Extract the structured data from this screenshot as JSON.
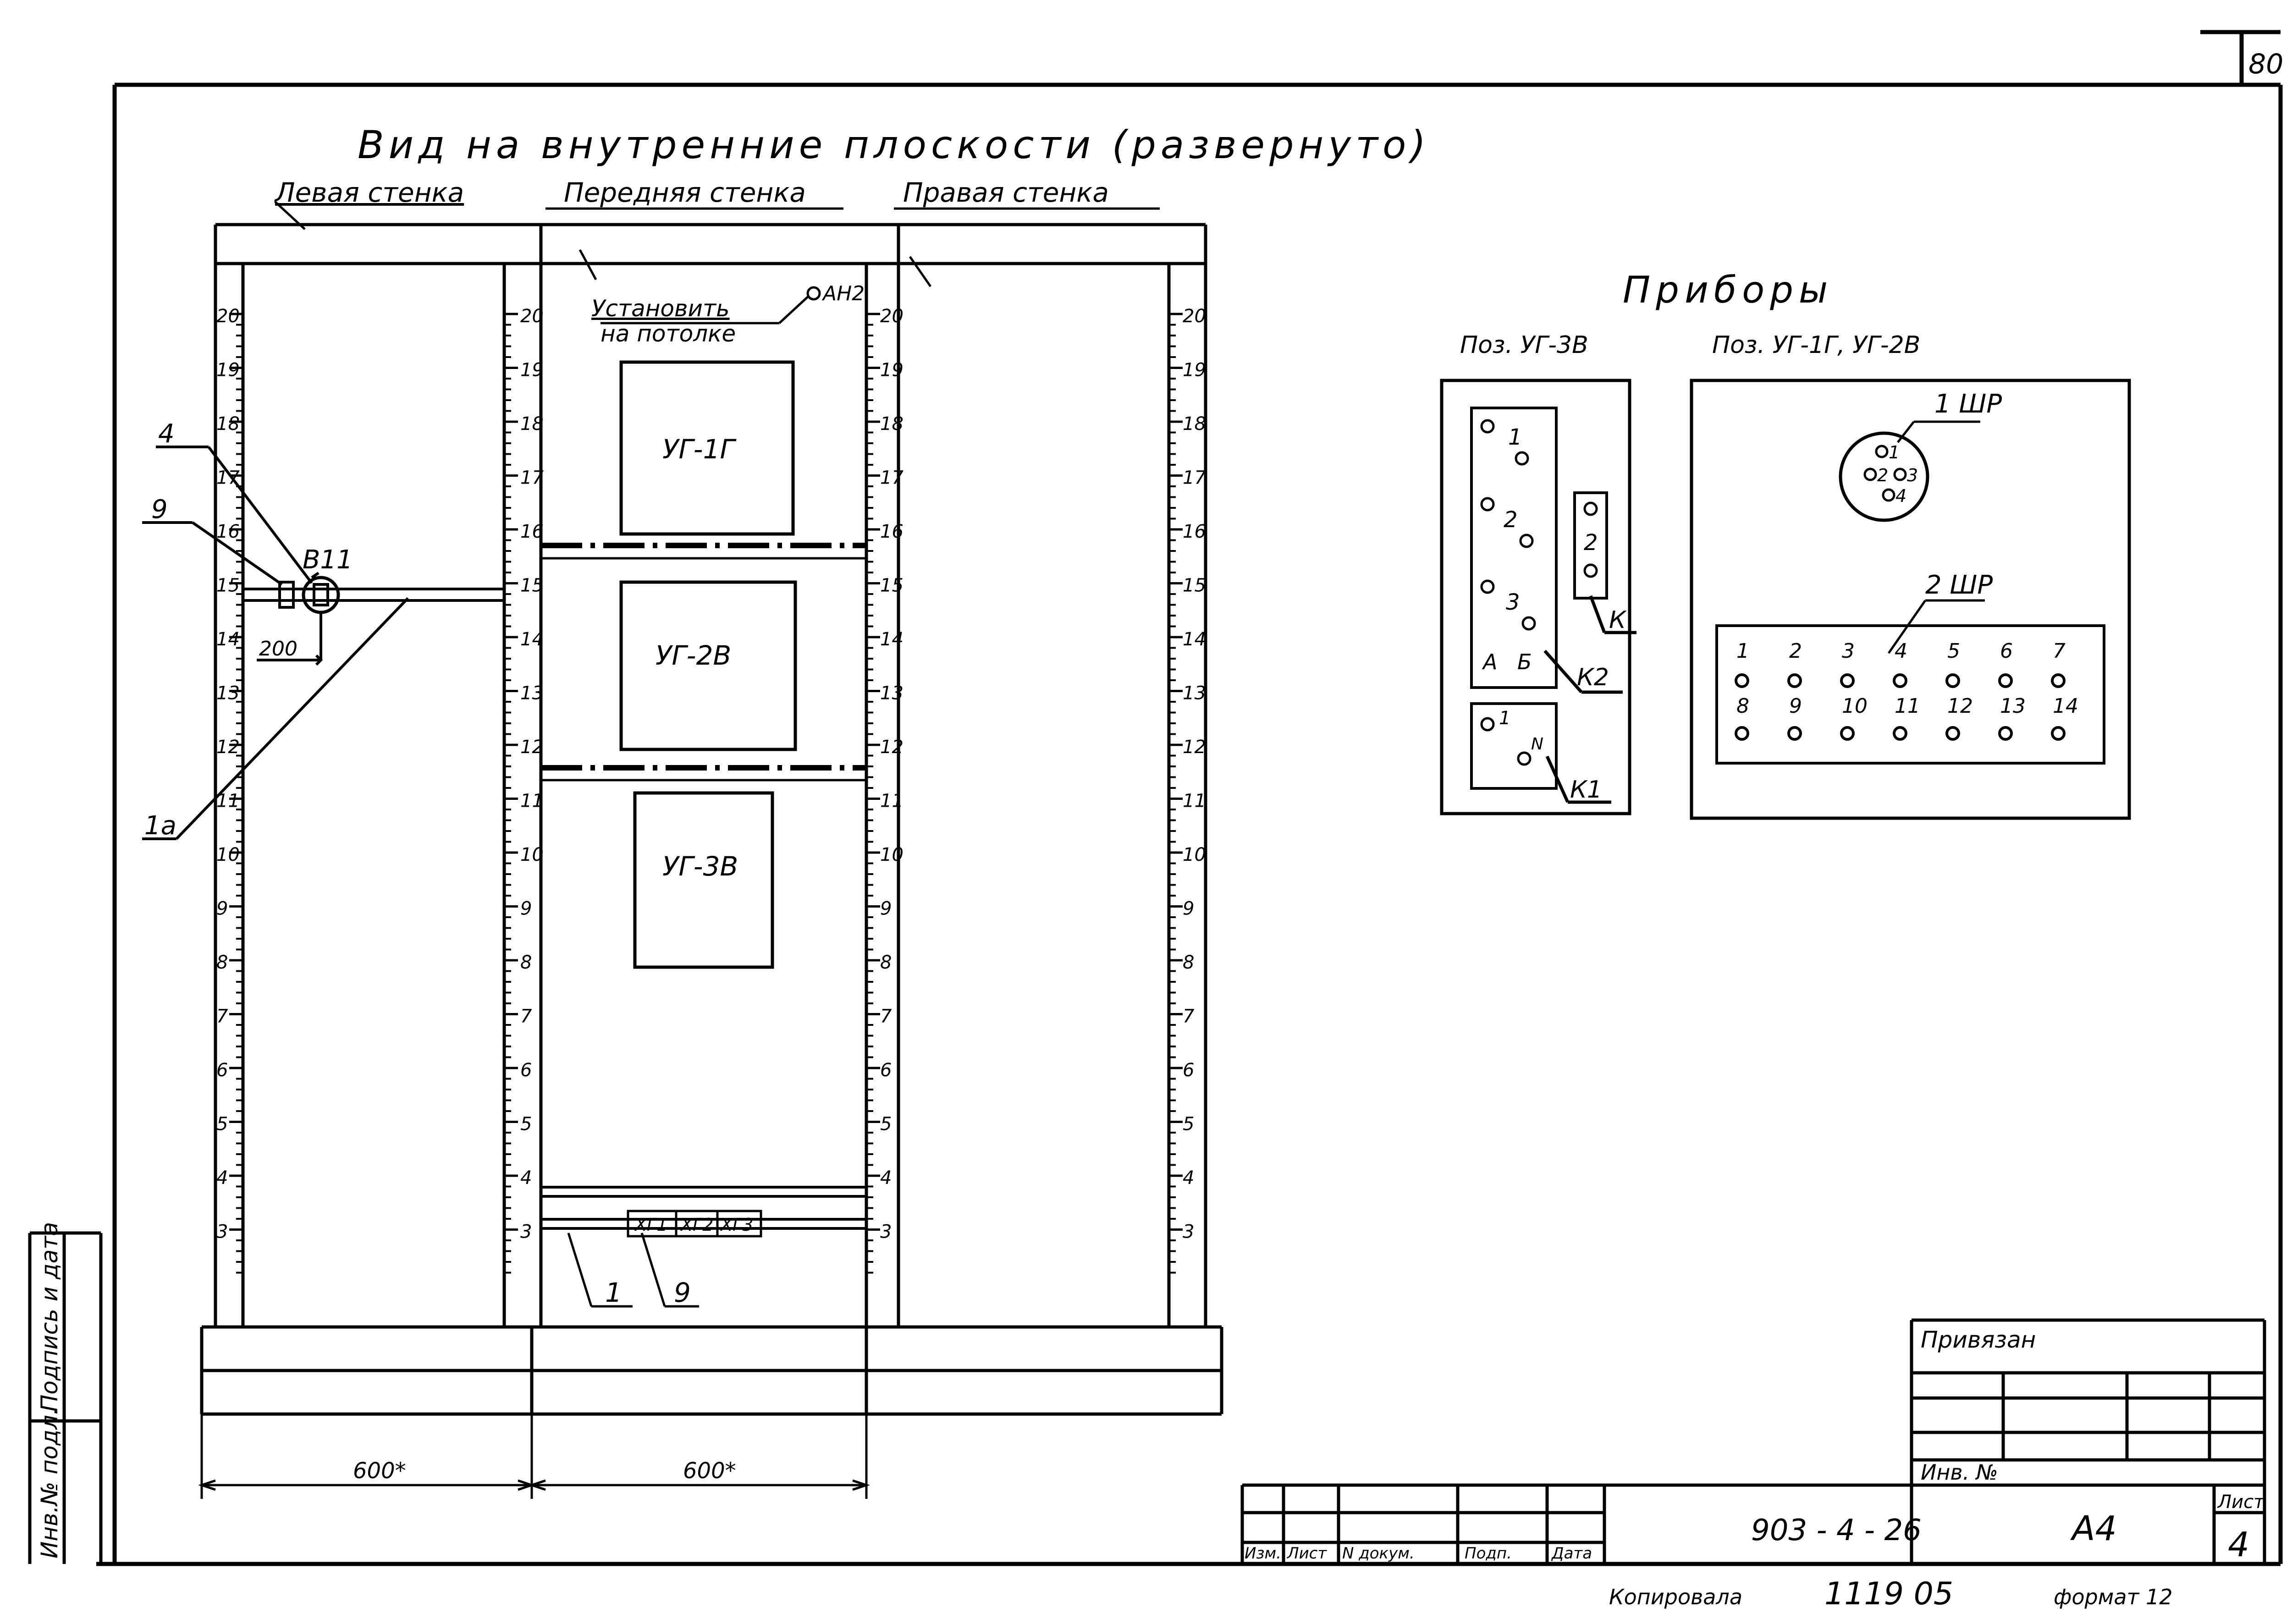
{
  "sheet_number_corner": "80",
  "title": "Вид на внутренние плоскости (развернуто)",
  "walls": {
    "left": "Левая стенка",
    "front": "Передняя стенка",
    "right": "Правая стенка"
  },
  "front_note_line1": "Установить",
  "front_note_line2": "на потолке",
  "front_note_tag": "АН2",
  "devices": {
    "ut1g": "УГ-1Г",
    "ut2v": "УГ-2В",
    "ut3v": "УГ-3В"
  },
  "scale_values": [
    "20",
    "19",
    "18",
    "17",
    "16",
    "15",
    "14",
    "13",
    "12",
    "11",
    "10",
    "9",
    "8",
    "7",
    "6",
    "5",
    "4",
    "3"
  ],
  "left_wall_marks": {
    "pos4": "4",
    "pos9": "9",
    "pos1a": "1а",
    "b11": "В11",
    "dim200": "200"
  },
  "terminals": [
    "ХГ1",
    "ХГ2",
    "ХГ3"
  ],
  "front_bottom_marks": {
    "pos1": "1",
    "pos9": "9"
  },
  "bottom_dims": {
    "left": "600*",
    "front": "600*"
  },
  "instruments": {
    "title": "Приборы",
    "panel_a_title": "Поз. УГ-3В",
    "panel_b_title": "Поз. УГ-1Г, УГ-2В",
    "panel_a": {
      "block_k2_numbers": [
        "1",
        "2",
        "3"
      ],
      "block_k2_letters": [
        "А",
        "Б"
      ],
      "block_k2_label": "К2",
      "block_k_number": "2",
      "block_k_label": "К",
      "block_k1_numbers": [
        "1",
        "N"
      ],
      "block_k1_label": "К1"
    },
    "panel_b": {
      "round_connector_label": "1 ШР",
      "round_pins": [
        "1",
        "2",
        "3",
        "4"
      ],
      "rect_connector_label": "2 ШР",
      "rect_pins_top": [
        "1",
        "2",
        "3",
        "4",
        "5",
        "6",
        "7"
      ],
      "rect_pins_bottom": [
        "8",
        "9",
        "10",
        "11",
        "12",
        "13",
        "14"
      ]
    }
  },
  "side_stamp": {
    "sign_date": "Подпись и дата",
    "inv_orig": "Инв.№ подл."
  },
  "title_block": {
    "attached": "Привязан",
    "inv_no": "Инв. №",
    "headers": [
      "Изм.",
      "Лист",
      "N докум.",
      "Подп.",
      "Дата"
    ],
    "designation": "903 - 4 - 26",
    "stage": "А4",
    "sheet_label": "Лист",
    "sheet_value": "4"
  },
  "footer": {
    "copied": "Копировала",
    "number": "1119   05",
    "format": "формат 12"
  }
}
